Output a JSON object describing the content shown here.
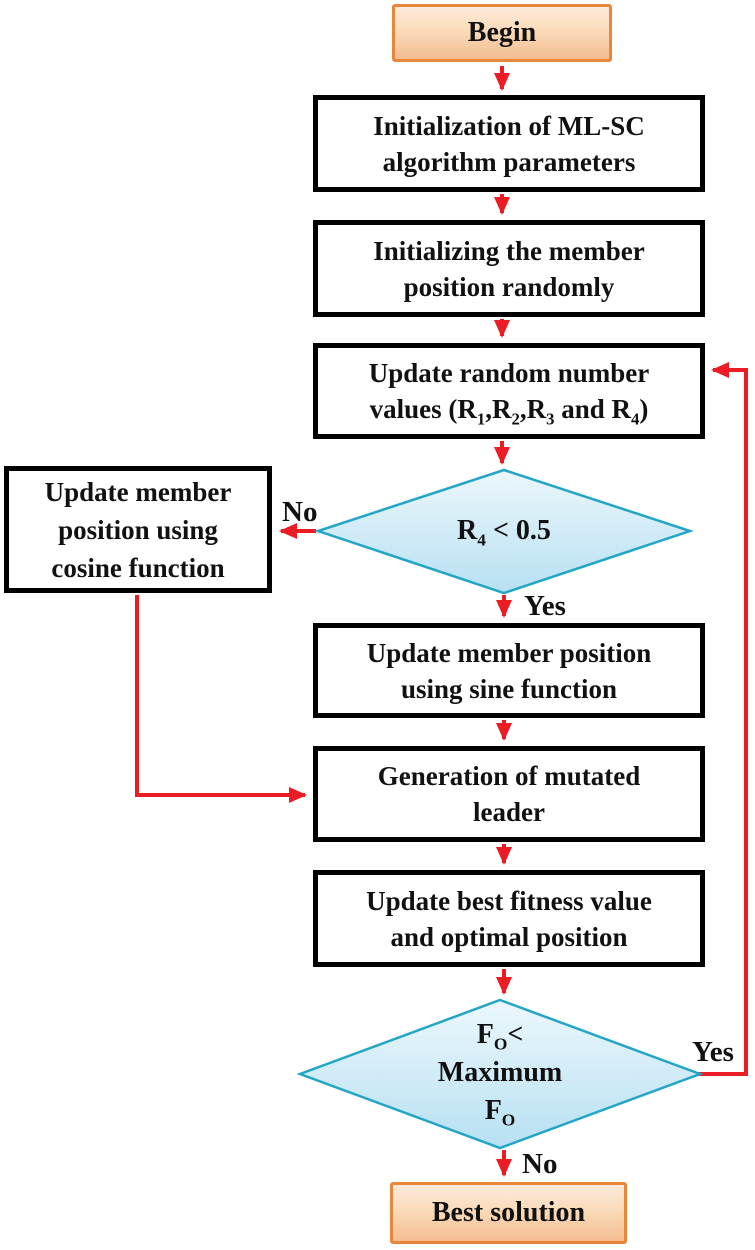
{
  "colors": {
    "arrow": "#ec1c24",
    "process_border": "#000000",
    "process_fill": "#ffffff",
    "decision_border": "#22a5c6",
    "decision_fill_top": "#ecf7fc",
    "decision_fill_bottom": "#b7e0f2",
    "terminal_border": "#e8863b",
    "terminal_fill_top": "#fceadb",
    "terminal_fill_bottom": "#f3bd92",
    "text": "#111111"
  },
  "nodes": {
    "begin": {
      "label": "Begin"
    },
    "init_params": {
      "lines": [
        "Initialization of ML-SC",
        "algorithm parameters"
      ]
    },
    "init_position": {
      "lines": [
        "Initializing the member",
        "position randomly"
      ]
    },
    "update_random": {
      "lines": [
        "Update random number",
        "values (R~1~,R~2~,R~3~ and R~4~)"
      ]
    },
    "decision_r4": {
      "label": "R~4~ < 0.5"
    },
    "cosine": {
      "lines": [
        "Update member",
        "position using",
        "cosine function"
      ]
    },
    "sine": {
      "lines": [
        "Update member position",
        "using sine function"
      ]
    },
    "mutated_leader": {
      "lines": [
        "Generation of mutated",
        "leader"
      ]
    },
    "fitness": {
      "lines": [
        "Update best fitness value",
        "and optimal position"
      ]
    },
    "decision_fo": {
      "lines": [
        "F~O~<",
        "Maximum",
        "F~O~"
      ]
    },
    "best_solution": {
      "label": "Best solution"
    }
  },
  "edges": {
    "r4_no": "No",
    "r4_yes": "Yes",
    "fo_yes": "Yes",
    "fo_no": "No"
  }
}
